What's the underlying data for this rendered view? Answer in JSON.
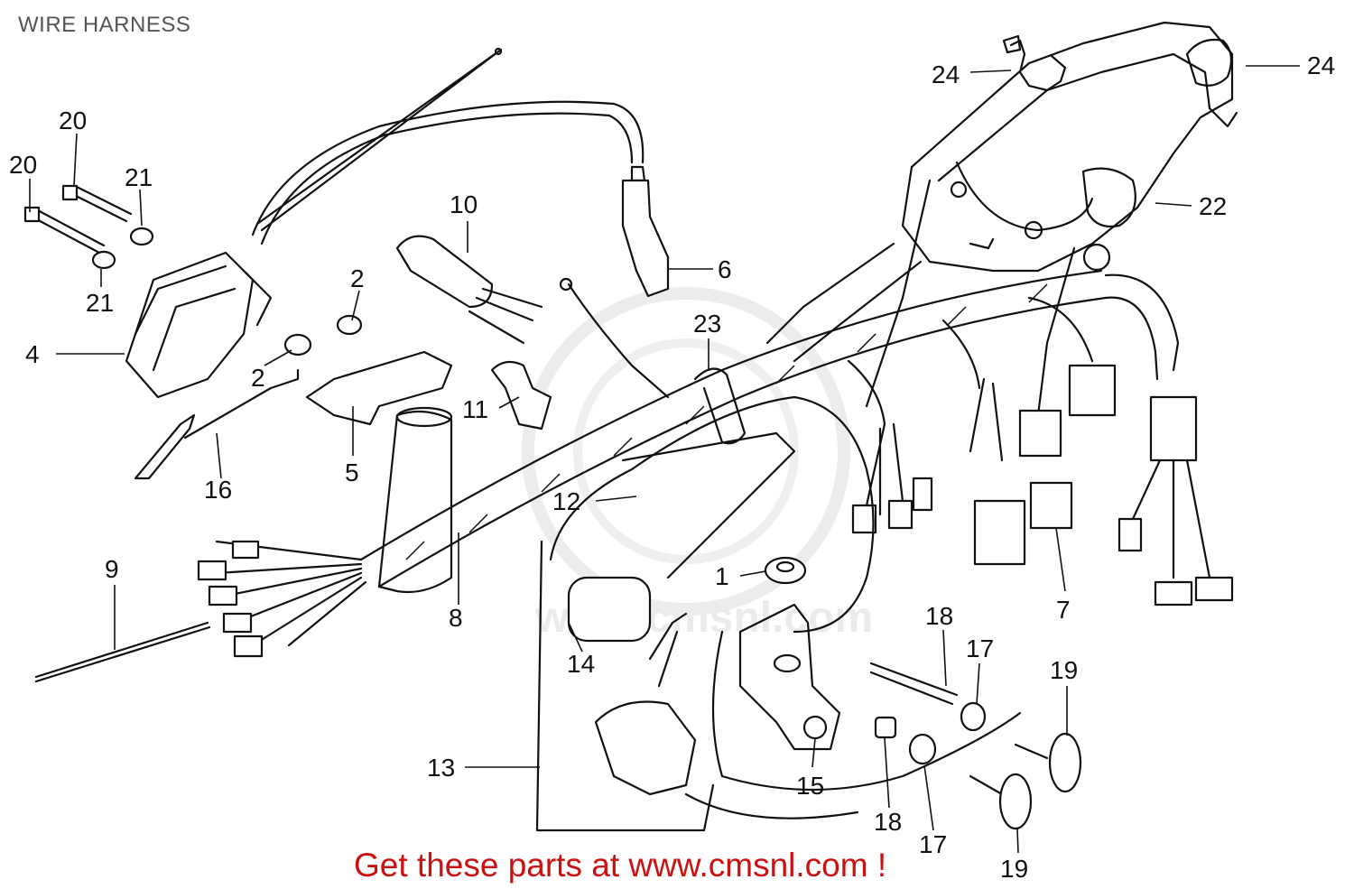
{
  "title": "WIRE HARNESS",
  "promo": "Get these parts at www.cmsnl.com !",
  "watermark": {
    "text": "www.cmsnl.com",
    "color": "#d9d9d9"
  },
  "colors": {
    "promo": "#cc1111",
    "line": "#111111",
    "title": "#555555"
  },
  "callouts": [
    {
      "id": "c1",
      "label": "1"
    },
    {
      "id": "c2a",
      "label": "2"
    },
    {
      "id": "c2b",
      "label": "2"
    },
    {
      "id": "c4",
      "label": "4"
    },
    {
      "id": "c5",
      "label": "5"
    },
    {
      "id": "c6",
      "label": "6"
    },
    {
      "id": "c7",
      "label": "7"
    },
    {
      "id": "c8",
      "label": "8"
    },
    {
      "id": "c9",
      "label": "9"
    },
    {
      "id": "c10",
      "label": "10"
    },
    {
      "id": "c11",
      "label": "11"
    },
    {
      "id": "c12",
      "label": "12"
    },
    {
      "id": "c13",
      "label": "13"
    },
    {
      "id": "c14",
      "label": "14"
    },
    {
      "id": "c15",
      "label": "15"
    },
    {
      "id": "c16",
      "label": "16"
    },
    {
      "id": "c17a",
      "label": "17"
    },
    {
      "id": "c17b",
      "label": "17"
    },
    {
      "id": "c18a",
      "label": "18"
    },
    {
      "id": "c18b",
      "label": "18"
    },
    {
      "id": "c19a",
      "label": "19"
    },
    {
      "id": "c19b",
      "label": "19"
    },
    {
      "id": "c20a",
      "label": "20"
    },
    {
      "id": "c20b",
      "label": "20"
    },
    {
      "id": "c21a",
      "label": "21"
    },
    {
      "id": "c21b",
      "label": "21"
    },
    {
      "id": "c22",
      "label": "22"
    },
    {
      "id": "c23",
      "label": "23"
    },
    {
      "id": "c24a",
      "label": "24"
    },
    {
      "id": "c24b",
      "label": "24"
    }
  ]
}
